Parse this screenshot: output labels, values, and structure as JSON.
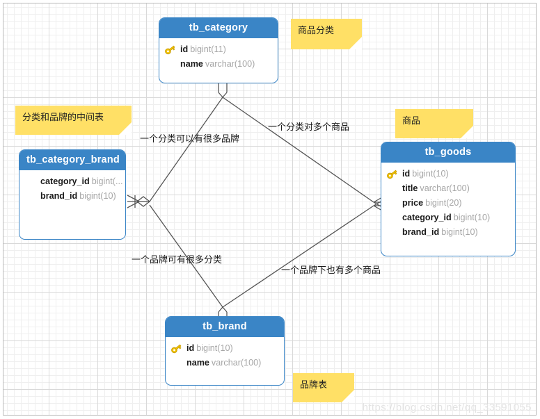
{
  "diagram": {
    "type": "er-diagram",
    "watermark": "https://blog.csdn.net/qq_33591055",
    "colors": {
      "header_blue": "#3a85c6",
      "note_yellow": "#ffe066",
      "key_gold": "#f2c200",
      "type_gray": "#a6a6a6",
      "line": "#555555"
    }
  },
  "tables": [
    {
      "id": "tb_category",
      "title": "tb_category",
      "fields": [
        {
          "icon": "key-icon",
          "name": "id",
          "type": "bigint(11)"
        },
        {
          "icon": "",
          "name": "name",
          "type": "varchar(100)"
        }
      ]
    },
    {
      "id": "tb_category_brand",
      "title": "tb_category_brand",
      "fields": [
        {
          "icon": "",
          "name": "category_id",
          "type": "bigint(..."
        },
        {
          "icon": "",
          "name": "brand_id",
          "type": "bigint(10)"
        }
      ]
    },
    {
      "id": "tb_goods",
      "title": "tb_goods",
      "fields": [
        {
          "icon": "key-icon",
          "name": "id",
          "type": "bigint(10)"
        },
        {
          "icon": "",
          "name": "title",
          "type": "varchar(100)"
        },
        {
          "icon": "",
          "name": "price",
          "type": "bigint(20)"
        },
        {
          "icon": "",
          "name": "category_id",
          "type": "bigint(10)"
        },
        {
          "icon": "",
          "name": "brand_id",
          "type": "bigint(10)"
        }
      ]
    },
    {
      "id": "tb_brand",
      "title": "tb_brand",
      "fields": [
        {
          "icon": "key-icon",
          "name": "id",
          "type": "bigint(10)"
        },
        {
          "icon": "",
          "name": "name",
          "type": "varchar(100)"
        }
      ]
    }
  ],
  "notes": [
    {
      "id": "note-category",
      "text": "商品分类"
    },
    {
      "id": "note-category-brand",
      "text": "分类和品牌的中间表"
    },
    {
      "id": "note-goods",
      "text": "商品"
    },
    {
      "id": "note-brand",
      "text": "品牌表"
    }
  ],
  "edge_labels": [
    {
      "id": "label-category-brand",
      "text": "一个分类可以有很多品牌"
    },
    {
      "id": "label-category-goods",
      "text": "一个分类对多个商品"
    },
    {
      "id": "label-brand-category",
      "text": "一个品牌可有很多分类"
    },
    {
      "id": "label-brand-goods",
      "text": "一个品牌下也有多个商品"
    }
  ]
}
